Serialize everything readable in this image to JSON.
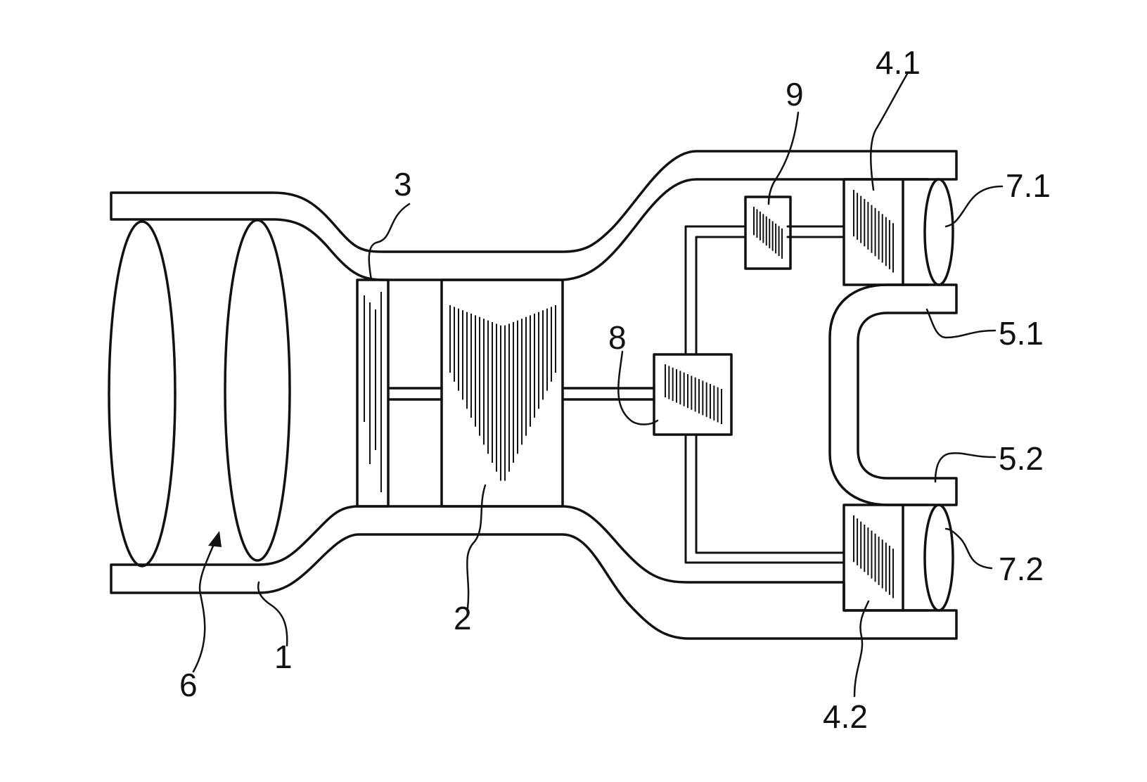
{
  "labels": {
    "l1": "1",
    "l2": "2",
    "l3": "3",
    "l41": "4.1",
    "l42": "4.2",
    "l51": "5.1",
    "l52": "5.2",
    "l6": "6",
    "l71": "7.1",
    "l72": "7.2",
    "l8": "8",
    "l9": "9"
  }
}
